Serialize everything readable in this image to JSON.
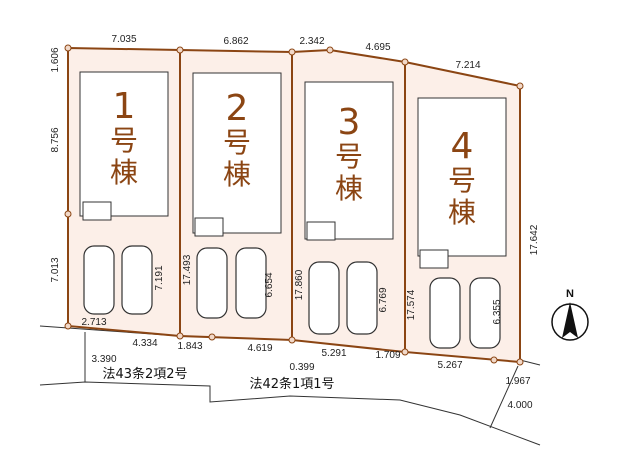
{
  "lots": [
    {
      "number": "1",
      "label": "号棟"
    },
    {
      "number": "2",
      "label": "号棟"
    },
    {
      "number": "3",
      "label": "号棟"
    },
    {
      "number": "4",
      "label": "号棟"
    }
  ],
  "dimensions": {
    "top_1": "7.035",
    "top_2": "6.862",
    "top_3a": "2.342",
    "top_3b": "4.695",
    "top_4": "7.214",
    "left_top": "1.606",
    "left_mid": "8.756",
    "left_bottom": "7.013",
    "lot1_right": "7.191",
    "lot1_b1": "2.713",
    "lot1_b2": "4.334",
    "lot2_left": "17.493",
    "lot2_right": "6.654",
    "lot2_b1": "1.843",
    "lot2_b2": "4.619",
    "lot3_left": "17.860",
    "lot3_right": "6.769",
    "lot3_b1": "0.399",
    "lot3_b2": "5.291",
    "lot3_b3": "1.709",
    "lot4_left": "17.574",
    "lot4_right": "6.355",
    "lot4_b": "5.267",
    "right_side": "17.642",
    "road_corner": "1.967",
    "road_width_left": "3.390",
    "road_width_right": "4.000"
  },
  "roads": {
    "left": "法43条2項2号",
    "main": "法42条1項1号"
  },
  "compass": {
    "label": "N"
  },
  "colors": {
    "lot_fill": "#FCEFE8",
    "boundary": "#8B4513",
    "dot": "#F2D9C9"
  }
}
